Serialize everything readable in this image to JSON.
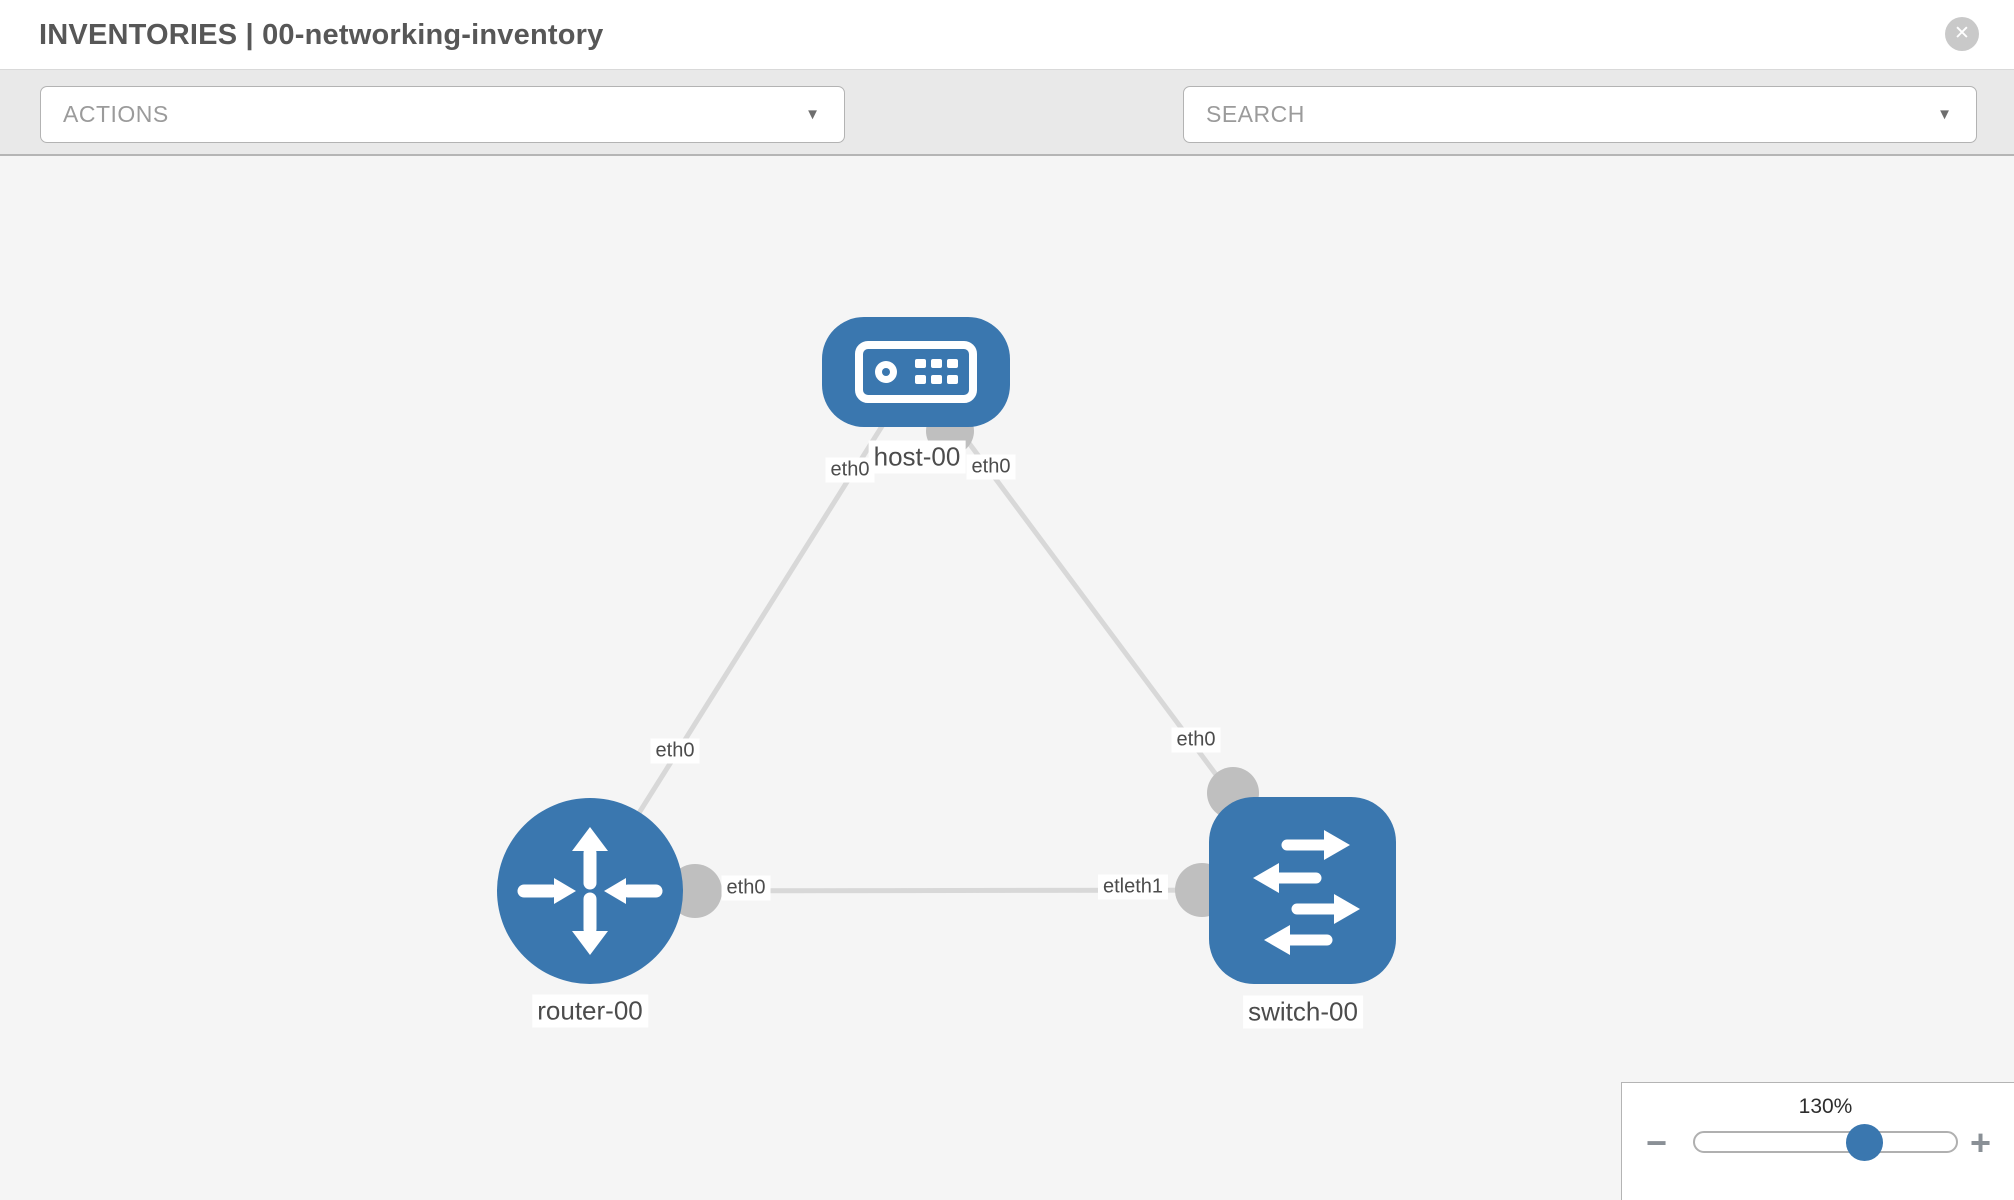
{
  "header": {
    "title": "INVENTORIES | 00-networking-inventory",
    "close_glyph": "✕"
  },
  "toolbar": {
    "actions_label": "ACTIONS",
    "search_label": "SEARCH",
    "caret": "▼",
    "icons": [
      "wrench-icon",
      "key-icon"
    ]
  },
  "topology": {
    "nodes": [
      {
        "label": "host-00",
        "type": "host",
        "shape": "rounded-rect",
        "icon": "host-icon"
      },
      {
        "label": "router-00",
        "type": "router",
        "shape": "circle",
        "icon": "router-icon"
      },
      {
        "label": "switch-00",
        "type": "switch",
        "shape": "rounded-square",
        "icon": "switch-icon"
      }
    ],
    "links": [
      {
        "from": "host-00",
        "to": "router-00",
        "from_label": "eth0",
        "to_label": "eth0"
      },
      {
        "from": "host-00",
        "to": "switch-00",
        "from_label": "eth0",
        "to_label": "eth0"
      },
      {
        "from": "router-00",
        "to": "switch-00",
        "from_label": "eth0",
        "to_label": "etleth1"
      }
    ],
    "labels": {
      "host": "host-00",
      "router": "router-00",
      "switch": "switch-00",
      "host_eth_left": "eth0",
      "host_eth_right": "eth0",
      "router_eth_top": "eth0",
      "router_eth_right": "eth0",
      "switch_eth_top": "eth0",
      "switch_eth_left": "etleth1"
    }
  },
  "zoom_control": {
    "level": "130%",
    "minus_glyph": "−",
    "plus_glyph": "+",
    "slider_position": 0.64
  },
  "colors": {
    "node_blue": "#3a77af",
    "link_gray": "#d8d8d8",
    "port_gray": "#bfbfbf",
    "toolbar_bg": "#e9e9e9",
    "canvas_bg": "#f5f5f5",
    "icon_gray": "#7b8187",
    "close_gray": "#c9c9c9"
  }
}
